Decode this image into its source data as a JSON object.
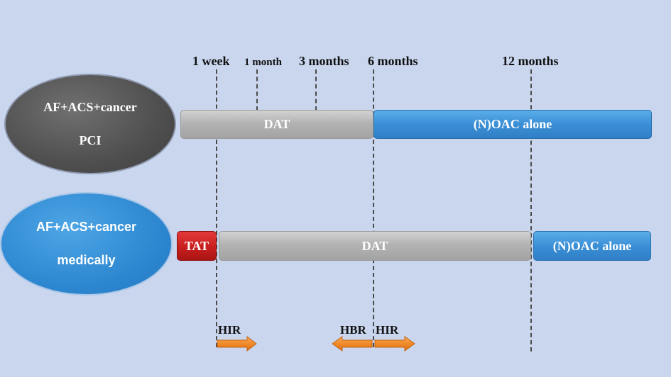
{
  "timeline": {
    "ticks": [
      {
        "id": "1-week",
        "label": "1 week"
      },
      {
        "id": "1-month",
        "label": "1 month"
      },
      {
        "id": "3-months",
        "label": "3 months"
      },
      {
        "id": "6-months",
        "label": "6 months"
      },
      {
        "id": "12-months",
        "label": "12 months"
      }
    ]
  },
  "pci_row": {
    "ellipse_line1": "AF+ACS+cancer",
    "ellipse_line2": "PCI",
    "bar_dat": "DAT",
    "bar_oac": "(N)OAC alone"
  },
  "medical_row": {
    "ellipse_line1": "AF+ACS+cancer",
    "ellipse_line2": "medically",
    "bar_tat": "TAT",
    "bar_dat": "DAT",
    "bar_oac": "(N)OAC alone"
  },
  "risk_arrows": {
    "hir_1": "HIR",
    "hbr": "HBR",
    "hir_2": "HIR"
  },
  "colors": {
    "background": "#c9d6ee",
    "gray_bar": "#b3b3b3",
    "blue_bar": "#3b8fd6",
    "red_bar": "#c81e1e",
    "arrow_orange": "#f08a2a"
  }
}
